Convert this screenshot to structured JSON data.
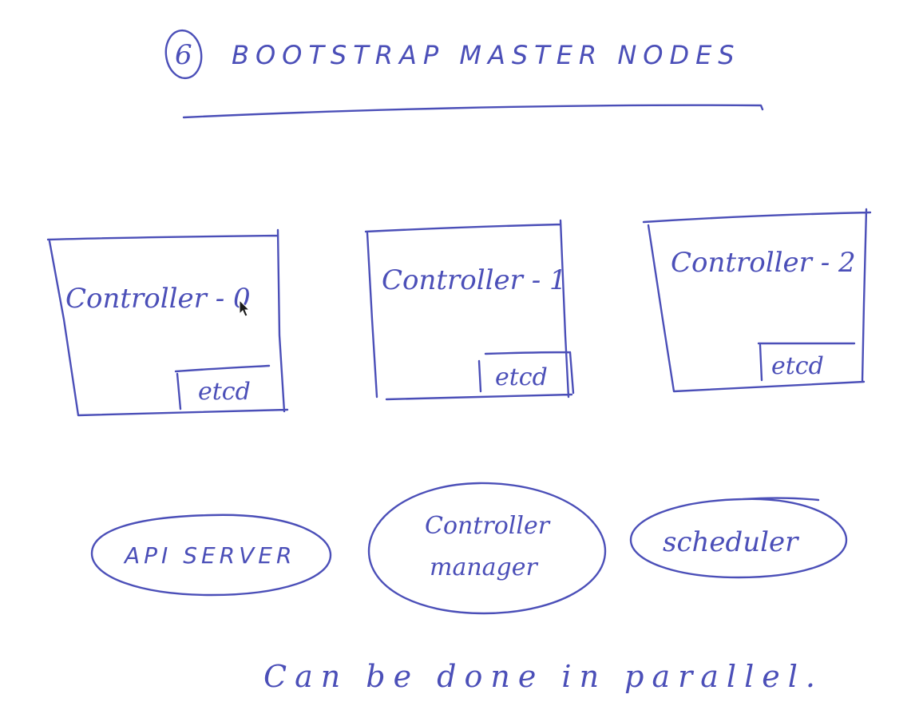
{
  "colors": {
    "ink": "#4b4fb8",
    "background": "#ffffff"
  },
  "header": {
    "step_number": "6",
    "title": "BOOTSTRAP MASTER NODES"
  },
  "nodes": [
    {
      "name": "Controller - 0",
      "component": "etcd"
    },
    {
      "name": "Controller - 1",
      "component": "etcd"
    },
    {
      "name": "Controller - 2",
      "component": "etcd"
    }
  ],
  "services": [
    {
      "label": "API SERVER"
    },
    {
      "label_line1": "Controller",
      "label_line2": "manager"
    },
    {
      "label": "scheduler"
    }
  ],
  "footer_note": "Can be done in parallel.",
  "icons": {
    "cursor": "mouse-pointer-icon"
  }
}
